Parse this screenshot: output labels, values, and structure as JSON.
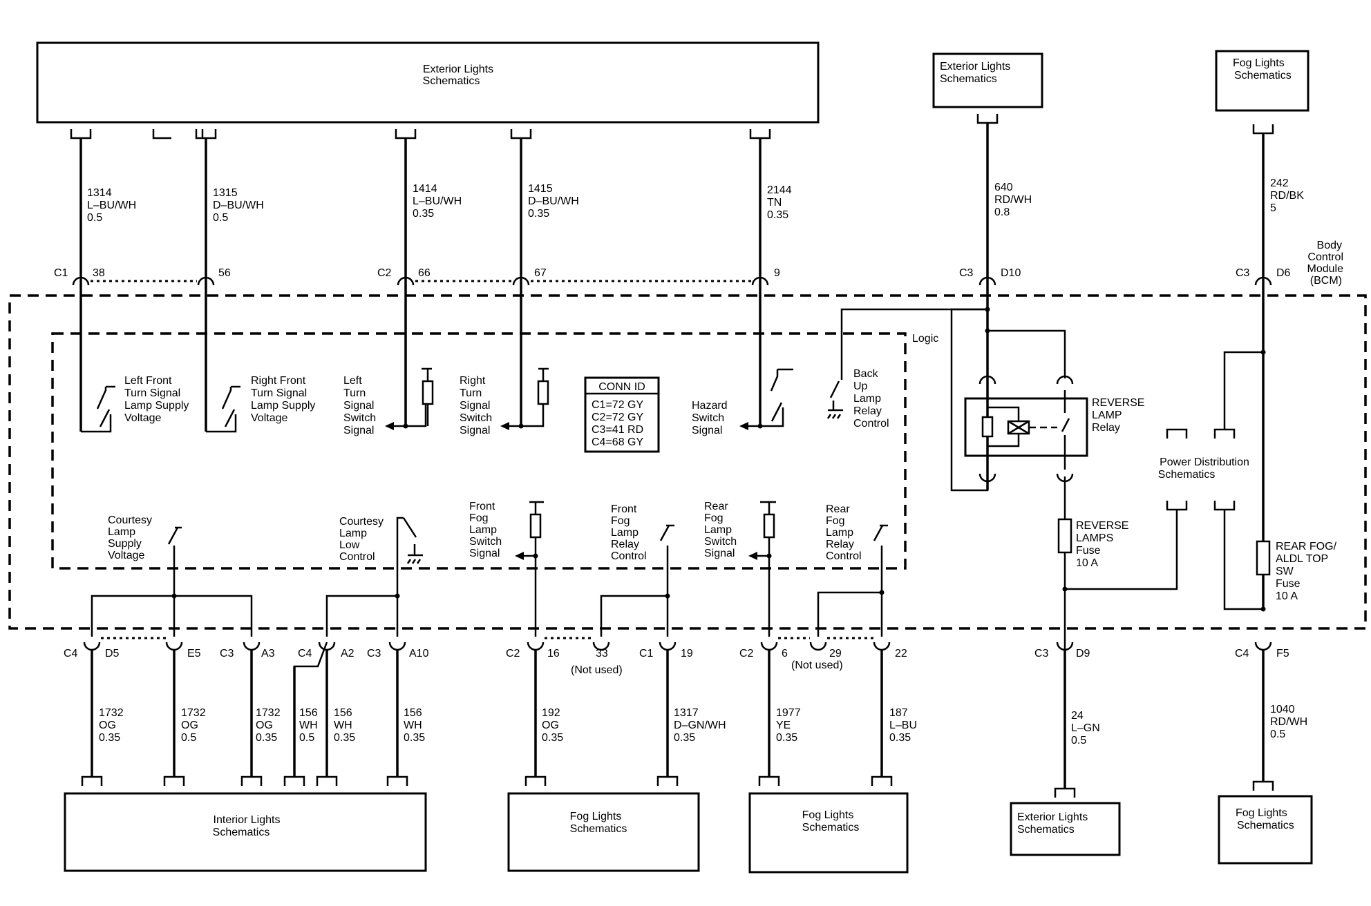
{
  "module_label": [
    "Body",
    "Control",
    "Module",
    "(BCM)"
  ],
  "logic_label": "Logic",
  "top_boxes": {
    "exterior_main": [
      "Exterior Lights",
      "Schematics"
    ],
    "exterior_right": [
      "Exterior Lights",
      "Schematics"
    ],
    "fog_right": [
      "Fog Lights",
      "Schematics"
    ]
  },
  "bottom_boxes": {
    "interior": [
      "Interior Lights",
      "Schematics"
    ],
    "fog_a": [
      "Fog Lights",
      "Schematics"
    ],
    "fog_b": [
      "Fog Lights",
      "Schematics"
    ],
    "exterior": [
      "Exterior Lights",
      "Schematics"
    ],
    "fog_c": [
      "Fog Lights",
      "Schematics"
    ]
  },
  "power_dist": [
    "Power Distribution",
    "Schematics"
  ],
  "top_wires": [
    [
      "1314",
      "L–BU/WH",
      "0.5"
    ],
    [
      "1315",
      "D–BU/WH",
      "0.5"
    ],
    [
      "1414",
      "L–BU/WH",
      "0.35"
    ],
    [
      "1415",
      "D–BU/WH",
      "0.35"
    ],
    [
      "2144",
      "TN",
      "0.35"
    ],
    [
      "640",
      "RD/WH",
      "0.8"
    ],
    [
      "242",
      "RD/BK",
      "5"
    ]
  ],
  "top_connectors": {
    "c1": "C1",
    "p38": "38",
    "p56": "56",
    "c2": "C2",
    "p66": "66",
    "p67": "67",
    "p9": "9",
    "c3a": "C3",
    "pD10": "D10",
    "c3b": "C3",
    "pD6": "D6"
  },
  "bottom_connectors": {
    "c4a": "C4",
    "pD5": "D5",
    "pE5": "E5",
    "c3a": "C3",
    "pA3": "A3",
    "c4b": "C4",
    "pA2": "A2",
    "c3b": "C3",
    "pA10": "A10",
    "c2a": "C2",
    "p16": "16",
    "p33": "33",
    "c1": "C1",
    "p19": "19",
    "c2b": "C2",
    "p6": "6",
    "p29": "29",
    "p22": "22",
    "c3c": "C3",
    "pD9": "D9",
    "c4c": "C4",
    "pF5": "F5",
    "not_used": "(Not used)"
  },
  "bottom_wires": [
    [
      "1732",
      "OG",
      "0.35"
    ],
    [
      "1732",
      "OG",
      "0.5"
    ],
    [
      "1732",
      "OG",
      "0.35"
    ],
    [
      "156",
      "WH",
      "0.5"
    ],
    [
      "156",
      "WH",
      "0.35"
    ],
    [
      "156",
      "WH",
      "0.35"
    ],
    [
      "192",
      "OG",
      "0.35"
    ],
    [
      "1317",
      "D–GN/WH",
      "0.35"
    ],
    [
      "1977",
      "YE",
      "0.35"
    ],
    [
      "187",
      "L–BU",
      "0.35"
    ],
    [
      "24",
      "L–GN",
      "0.5"
    ],
    [
      "1040",
      "RD/WH",
      "0.5"
    ]
  ],
  "signals": {
    "lf_turn": [
      "Left Front",
      "Turn Signal",
      "Lamp Supply",
      "Voltage"
    ],
    "rf_turn": [
      "Right Front",
      "Turn Signal",
      "Lamp Supply",
      "Voltage"
    ],
    "left_turn_sw": [
      "Left",
      "Turn",
      "Signal",
      "Switch",
      "Signal"
    ],
    "right_turn_sw": [
      "Right",
      "Turn",
      "Signal",
      "Switch",
      "Signal"
    ],
    "hazard": [
      "Hazard",
      "Switch",
      "Signal"
    ],
    "backup": [
      "Back",
      "Up",
      "Lamp",
      "Relay",
      "Control"
    ],
    "courtesy_supply": [
      "Courtesy",
      "Lamp",
      "Supply",
      "Voltage"
    ],
    "courtesy_low": [
      "Courtesy",
      "Lamp",
      "Low",
      "Control"
    ],
    "front_fog_sw": [
      "Front",
      "Fog",
      "Lamp",
      "Switch",
      "Signal"
    ],
    "front_fog_relay": [
      "Front",
      "Fog",
      "Lamp",
      "Relay",
      "Control"
    ],
    "rear_fog_sw": [
      "Rear",
      "Fog",
      "Lamp",
      "Switch",
      "Signal"
    ],
    "rear_fog_relay": [
      "Rear",
      "Fog",
      "Lamp",
      "Relay",
      "Control"
    ]
  },
  "conn_id": {
    "title": "CONN ID",
    "lines": [
      "C1=72 GY",
      "C2=72 GY",
      "C3=41 RD",
      "C4=68 GY"
    ]
  },
  "relay": [
    "REVERSE",
    "LAMP",
    "Relay"
  ],
  "reverse_fuse": [
    "REVERSE",
    "LAMPS",
    "Fuse",
    "10 A"
  ],
  "rear_fog_fuse": [
    "REAR FOG/",
    "ALDL TOP",
    "SW",
    "Fuse",
    "10 A"
  ]
}
